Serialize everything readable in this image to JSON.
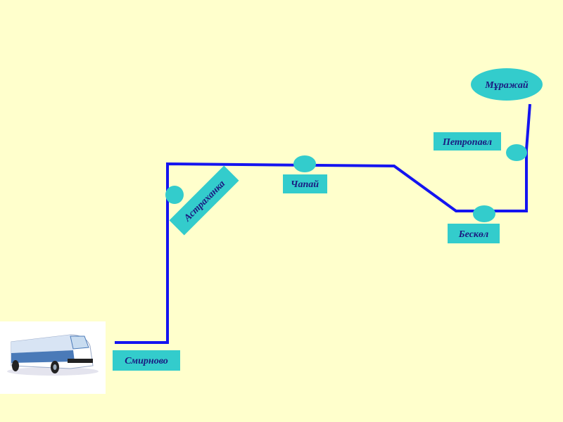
{
  "stops": {
    "smirnovo": "Смирново",
    "astrakhanka": "Астраханка",
    "chapai": "Чапай",
    "beskol": "Бескөл",
    "petropavl": "Петропавл",
    "murazhai": "Мұражай"
  },
  "colors": {
    "background": "#FFFFCC",
    "route": "#1414F0",
    "stop": "#33CCCC",
    "text": "#1a1a80"
  },
  "icons": {
    "bus": "bus-icon"
  }
}
